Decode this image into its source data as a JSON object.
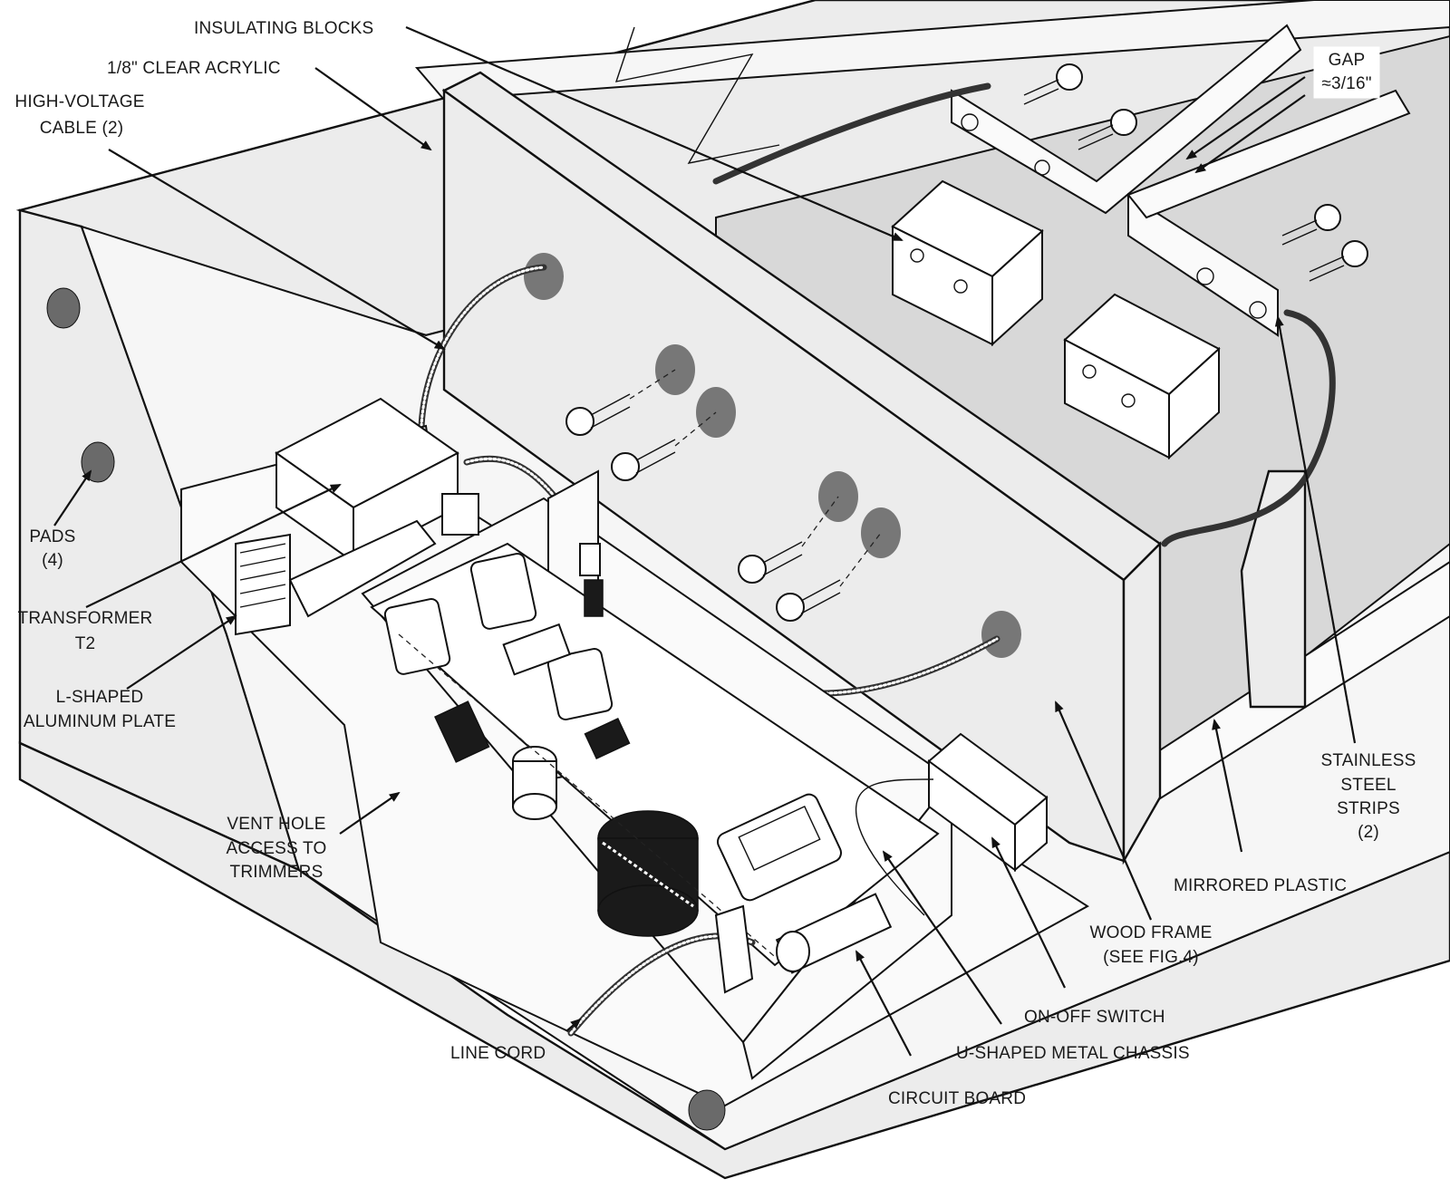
{
  "labels": {
    "insulating_blocks": "INSULATING BLOCKS",
    "clear_acrylic": "1/8\" CLEAR ACRYLIC",
    "hv_cable_line1": "HIGH-VOLTAGE",
    "hv_cable_line2": "CABLE (2)",
    "gap_line1": "GAP",
    "gap_line2": "≈3/16\"",
    "pads_line1": "PADS",
    "pads_line2": "(4)",
    "transformer_line1": "TRANSFORMER",
    "transformer_line2": "T2",
    "l_plate_line1": "L-SHAPED",
    "l_plate_line2": "ALUMINUM PLATE",
    "vent_line1": "VENT HOLE",
    "vent_line2": "ACCESS TO",
    "vent_line3": "TRIMMERS",
    "stainless_line1": "STAINLESS",
    "stainless_line2": "STEEL",
    "stainless_line3": "STRIPS",
    "stainless_line4": "(2)",
    "mirrored_plastic": "MIRRORED PLASTIC",
    "wood_frame_line1": "WOOD FRAME",
    "wood_frame_line2": "(SEE FIG.4)",
    "on_off_switch": "ON-OFF SWITCH",
    "u_chassis": "U-SHAPED METAL CHASSIS",
    "circuit_board": "CIRCUIT BOARD",
    "line_cord": "LINE CORD"
  },
  "colors": {
    "ink": "#111111",
    "paper": "#ffffff",
    "wood_fill": "#ececec",
    "mirror_fill": "#d8d8d8"
  }
}
